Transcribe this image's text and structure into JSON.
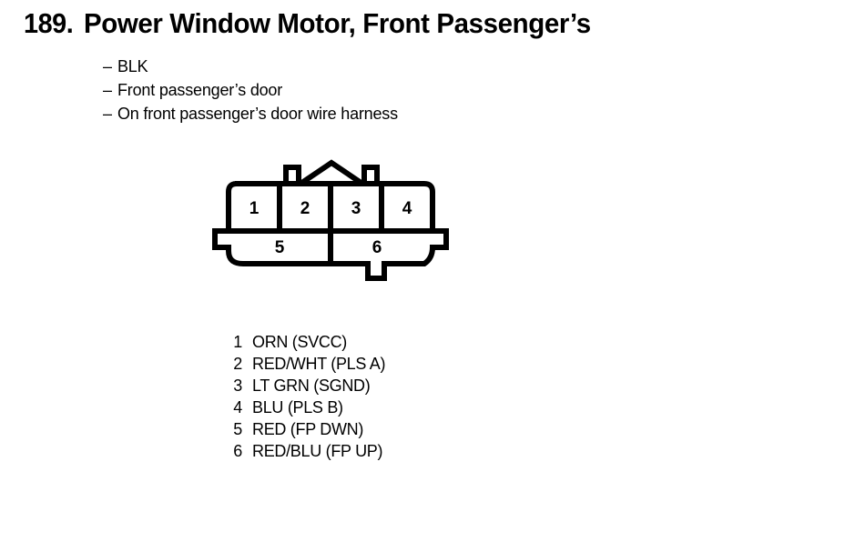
{
  "header": {
    "number": "189.",
    "title": "Power Window Motor, Front Passenger’s"
  },
  "description": {
    "dash": "–",
    "items": [
      "BLK",
      "Front passenger’s door",
      "On front passenger’s door wire harness"
    ]
  },
  "connector": {
    "top_row": [
      "1",
      "2",
      "3",
      "4"
    ],
    "bottom_row": [
      "5",
      "6"
    ]
  },
  "pin_legend": [
    {
      "pin": "1",
      "label": "ORN (SVCC)"
    },
    {
      "pin": "2",
      "label": "RED/WHT (PLS A)"
    },
    {
      "pin": "3",
      "label": "LT GRN (SGND)"
    },
    {
      "pin": "4",
      "label": "BLU (PLS B)"
    },
    {
      "pin": "5",
      "label": "RED (FP DWN)"
    },
    {
      "pin": "6",
      "label": "RED/BLU (FP UP)"
    }
  ],
  "colors": {
    "ink": "#000000",
    "paper": "#ffffff"
  }
}
